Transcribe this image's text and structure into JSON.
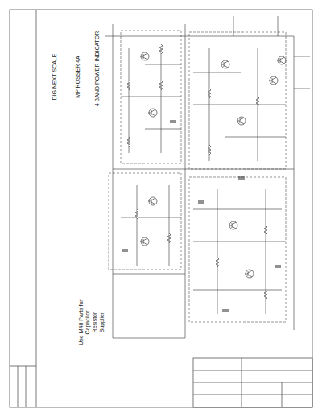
{
  "diagram": {
    "labels": [
      "Use M48 Parts for",
      "Capacitor",
      "Resistor",
      "Supplier",
      "DIG NEXT SCALE",
      "4 BAND POWER INDICATOR",
      "MP ROSSER 4A"
    ]
  }
}
